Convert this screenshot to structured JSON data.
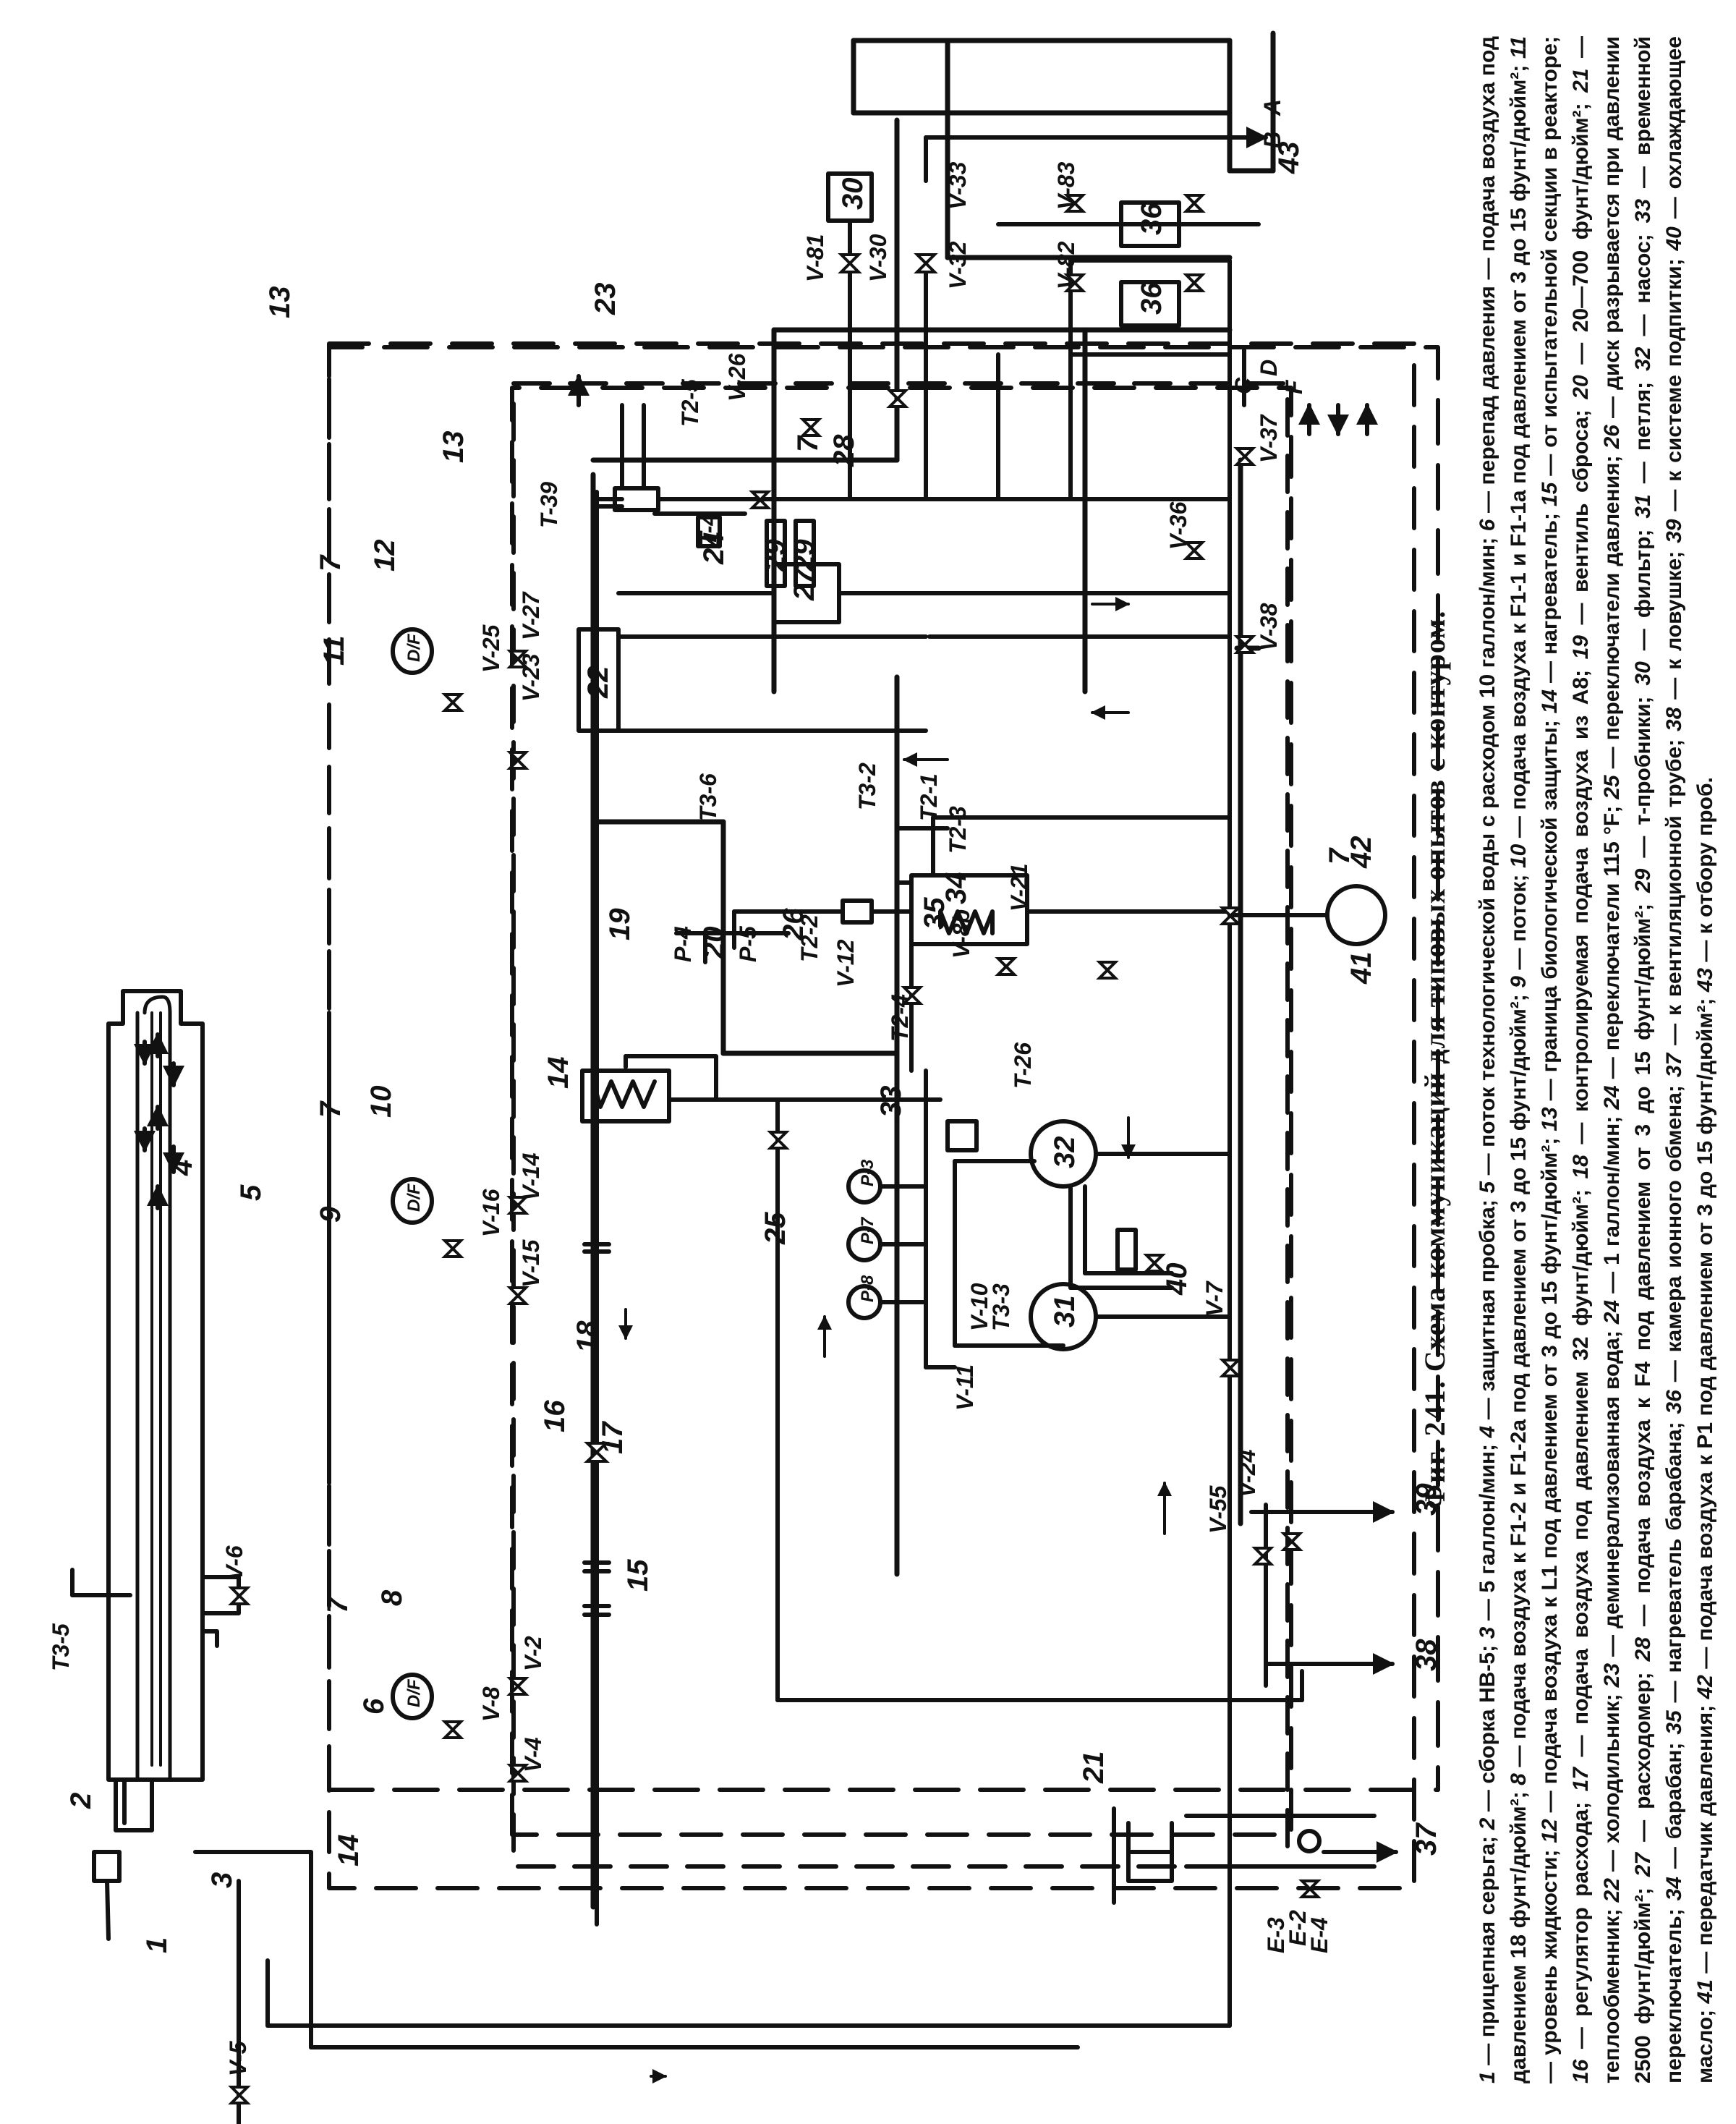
{
  "figure": {
    "number_label": "Фиг. 241.",
    "title": "Схема коммуникаций для типовых опытов с контуром.",
    "legend": [
      {
        "key": "1",
        "text": "прицепная серьга"
      },
      {
        "key": "2",
        "text": "сборка НВ-5"
      },
      {
        "key": "3",
        "text": "5 галлон/мин"
      },
      {
        "key": "4",
        "text": "защитная пробка"
      },
      {
        "key": "5",
        "text": "поток технологической воды с расходом 10 галлон/мин"
      },
      {
        "key": "6",
        "text": "перепад давления — подача воздуха под давлением 18 фунт/дюйм²"
      },
      {
        "key": "8",
        "text": "подача воздуха к F1-2 и F1-2a под давлением от 3 до 15 фунт/дюйм²"
      },
      {
        "key": "9",
        "text": "поток"
      },
      {
        "key": "10",
        "text": "подача воздуха к F1-1 и F1-1a под давлением от 3 до 15 фунт/дюйм²"
      },
      {
        "key": "11",
        "text": "уровень жидкости"
      },
      {
        "key": "12",
        "text": "подача воздуха к L1 под давлением от 3 до 15 фунт/дюйм²"
      },
      {
        "key": "13",
        "text": "граница биологической защиты"
      },
      {
        "key": "14",
        "text": "нагреватель"
      },
      {
        "key": "15",
        "text": "от испытательной секции в реакторе"
      },
      {
        "key": "16",
        "text": "регулятор расхода"
      },
      {
        "key": "17",
        "text": "подача воздуха под давлением 32 фунт/дюйм²"
      },
      {
        "key": "18",
        "text": "контролируемая подача воздуха из А8"
      },
      {
        "key": "19",
        "text": "вентиль сброса"
      },
      {
        "key": "20",
        "text": "20—700 фунт/дюйм²"
      },
      {
        "key": "21",
        "text": "теплообменник"
      },
      {
        "key": "22",
        "text": "холодильник"
      },
      {
        "key": "23",
        "text": "деминерализованная вода"
      },
      {
        "key": "24",
        "text": "1 галлон/мин"
      },
      {
        "key": "24a",
        "text": "переключатели 115 °F"
      },
      {
        "key": "25",
        "text": "переключатели давления"
      },
      {
        "key": "26",
        "text": "диск разрывается при давлении 2500 фунт/дюйм²"
      },
      {
        "key": "27",
        "text": "расходомер"
      },
      {
        "key": "28",
        "text": "подача воздуха к F4 под давлением от 3 до 15 фунт/дюйм²"
      },
      {
        "key": "29",
        "text": "т-пробники"
      },
      {
        "key": "30",
        "text": "фильтр"
      },
      {
        "key": "31",
        "text": "петля"
      },
      {
        "key": "32",
        "text": "насос"
      },
      {
        "key": "33",
        "text": "временной переключатель"
      },
      {
        "key": "34",
        "text": "барабан"
      },
      {
        "key": "35",
        "text": "нагреватель барабана"
      },
      {
        "key": "36",
        "text": "камера ионного обмена"
      },
      {
        "key": "37",
        "text": "к вентиляционной трубе"
      },
      {
        "key": "38",
        "text": "к ловушке"
      },
      {
        "key": "39",
        "text": "к системе подпитки"
      },
      {
        "key": "40",
        "text": "охлаждающее масло"
      },
      {
        "key": "41",
        "text": "передатчик давления"
      },
      {
        "key": "42",
        "text": "подача воздуха к P1 под давлением от 3 до 15 фунт/дюйм²"
      },
      {
        "key": "43",
        "text": "к отбору проб."
      }
    ]
  },
  "diagram": {
    "component_numbers": {
      "n1": "1",
      "n2": "2",
      "n3": "3",
      "n4": "4",
      "n5": "5",
      "n6": "6",
      "n7": "7",
      "n8": "8",
      "n9": "9",
      "n10": "10",
      "n11": "11",
      "n12": "12",
      "n13": "13",
      "n14": "14",
      "n15": "15",
      "n16": "16",
      "n17": "17",
      "n18": "18",
      "n19": "19",
      "n20": "20",
      "n21": "21",
      "n22": "22",
      "n23": "23",
      "n24": "24",
      "n25": "25",
      "n26": "26",
      "n27": "27",
      "n28": "28",
      "n29": "29",
      "n30": "30",
      "n31": "31",
      "n32": "32",
      "n33": "33",
      "n34": "34",
      "n35": "35",
      "n36": "36",
      "n37": "37",
      "n38": "38",
      "n39": "39",
      "n40": "40",
      "n41": "41",
      "n42": "42",
      "n43": "43"
    },
    "valves": [
      "V-2",
      "V-4",
      "V-5",
      "V-6",
      "V-7",
      "V-8",
      "V-8b",
      "V-10",
      "V-11",
      "V-12",
      "V-14",
      "V-15",
      "V-16",
      "V-21",
      "V-23",
      "V-24",
      "V-25",
      "V-26",
      "V-27",
      "V-30",
      "V-32",
      "V-33",
      "V-36",
      "V-37",
      "V-38",
      "V-55",
      "V-81",
      "V-82",
      "V-83"
    ],
    "instruments": {
      "t35": "T3-5",
      "t39": "T-39",
      "t25": "T2-5",
      "t4": "T-4",
      "t36": "T3-6",
      "t32": "T3-2",
      "t21": "T2-1",
      "t23": "T2-3",
      "t22": "T2-2",
      "t24": "T2-4",
      "t26": "T-26",
      "t33": "T3-3",
      "p3": "P-3",
      "p4": "P-4",
      "p5": "P-5",
      "p7": "P-7",
      "p8": "P-8",
      "e2": "E-2",
      "e3": "E-3",
      "e4": "E-4",
      "df": "D/F"
    },
    "outlets": {
      "a": "A",
      "b": "B",
      "c": "C",
      "d": "D",
      "f": "F"
    }
  }
}
